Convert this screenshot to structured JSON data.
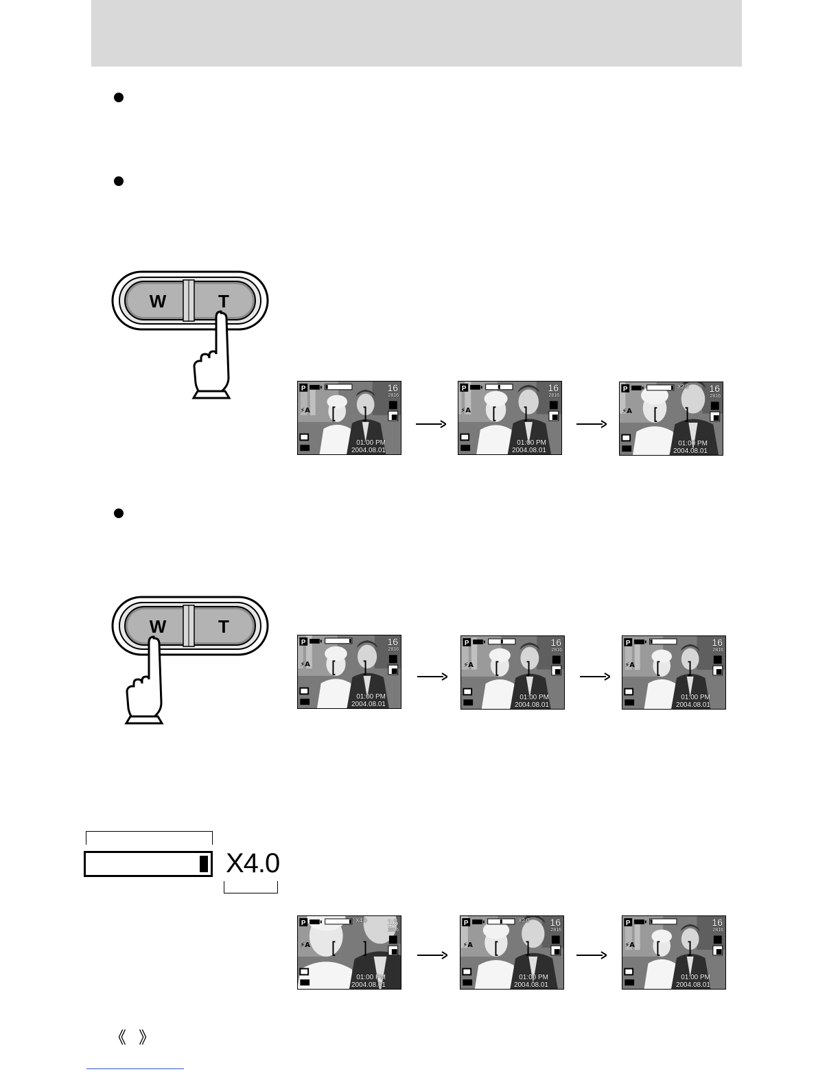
{
  "header": {},
  "buttons": [
    {
      "wide_label": "W",
      "tele_label": "T",
      "pressed": "T"
    },
    {
      "wide_label": "W",
      "tele_label": "T",
      "pressed": "W"
    }
  ],
  "screen_common": {
    "mode": "P",
    "count": "16",
    "resolution": "2816",
    "time": "01:00 PM",
    "date": "2004.08.01"
  },
  "screen_rows": [
    [
      {
        "zoom": "",
        "zoom_level": 0.0,
        "scale": 1.0
      },
      {
        "zoom": "",
        "zoom_level": 0.5,
        "scale": 1.15
      },
      {
        "zoom": "X2.0",
        "zoom_level": 1.0,
        "scale": 1.35
      }
    ],
    [
      {
        "zoom": "",
        "zoom_level": 1.0,
        "scale": 1.1
      },
      {
        "zoom": "",
        "zoom_level": 0.5,
        "scale": 1.05
      },
      {
        "zoom": "",
        "zoom_level": 0.0,
        "scale": 1.0
      }
    ],
    [
      {
        "zoom": "X4.0",
        "zoom_level": 1.0,
        "scale": 1.9
      },
      {
        "zoom": "X2.0",
        "zoom_level": 0.5,
        "scale": 1.3
      },
      {
        "zoom": "",
        "zoom_level": 0.0,
        "scale": 1.0
      }
    ]
  ],
  "digital_zoom": {
    "label": "X4.0",
    "fill_level": 1.0
  },
  "footer": {
    "left_mark": "《",
    "right_mark": "》"
  }
}
